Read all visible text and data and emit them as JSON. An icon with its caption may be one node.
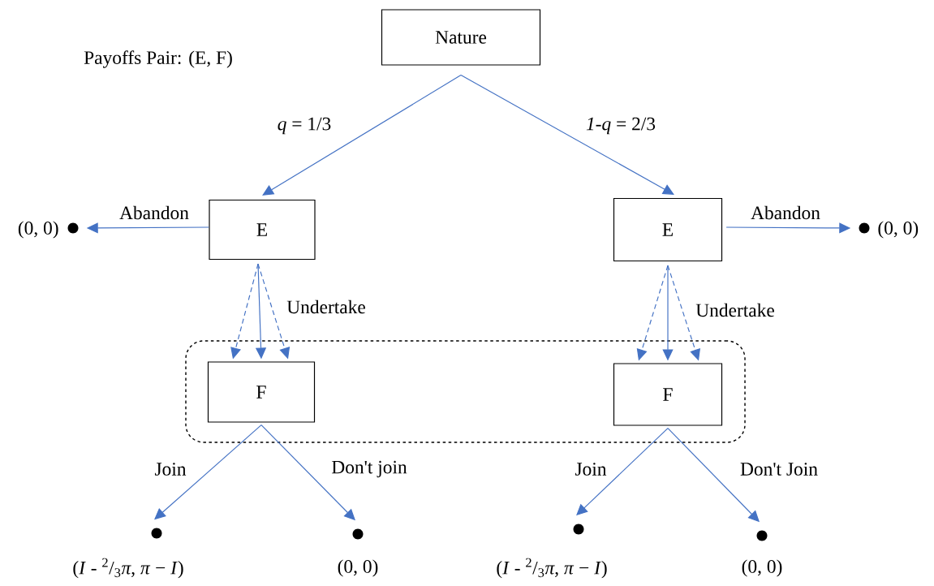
{
  "diagram": {
    "nodes": [
      {
        "text": [
          "Nature"
        ]
      },
      {
        "text": [
          "E"
        ]
      },
      {
        "text": [
          "E"
        ]
      },
      {
        "text": [],
        "shape": "box"
      },
      {
        "text": [
          "F"
        ],
        "in": 3
      },
      {
        "text": [
          "F"
        ],
        "in": 3
      },
      {
        "text": [],
        "shape": "circle",
        "beside": [
          "(0, 0)"
        ]
      },
      {
        "text": [],
        "shape": "circle",
        "beside": [
          "(0, 0)"
        ]
      },
      {
        "text": [],
        "shape": "circle",
        "beside": [
          "(*I* - $^{2}$/$_{3}$*π*, *π* − *I*)"
        ]
      },
      {
        "text": [],
        "shape": "circle",
        "beside": [
          "(0, 0)"
        ]
      },
      {
        "text": [],
        "shape": "circle",
        "beside": [
          "(*I* - $^{2}$/$_{3}$*π*, *π* − *I*)"
        ]
      },
      {
        "text": [],
        "shape": "circle",
        "beside": [
          "(0, 0)"
        ]
      }
    ],
    "edges": [
      {
        "from": 0,
        "to": 1,
        "arrow": "to",
        "label": "*q* = 1/3"
      },
      {
        "from": 0,
        "to": 2,
        "arrow": "to",
        "label": "*1-q* = 2/3"
      },
      {
        "from": 1,
        "to": 6,
        "arrow": "to",
        "label": "Abandon"
      },
      {
        "from": 2,
        "to": 7,
        "arrow": "to",
        "label": "Abandon"
      },
      {
        "from": 1,
        "to": 4,
        "arrow": "to",
        "style": "dashed"
      },
      {
        "from": 1,
        "to": 4,
        "arrow": "to"
      },
      {
        "from": 1,
        "to": 4,
        "arrow": "to",
        "style": "dashed",
        "label": "Undertake"
      },
      {
        "from": 2,
        "to": 5,
        "arrow": "to",
        "style": "dashed"
      },
      {
        "from": 2,
        "to": 5,
        "arrow": "to"
      },
      {
        "from": 2,
        "to": 5,
        "arrow": "to",
        "style": "dashed",
        "label": "Undertake"
      },
      {
        "from": 4,
        "to": 8,
        "arrow": "to",
        "label": "Join"
      },
      {
        "from": 4,
        "to": 9,
        "arrow": "to",
        "label": "Don't join"
      },
      {
        "from": 5,
        "to": 10,
        "arrow": "to",
        "label": "Join"
      },
      {
        "from": 5,
        "to": 11,
        "arrow": "to",
        "label": "Don't Join"
      }
    ],
    "labels": [
      "Payoffs Pair: (E, F)"
    ]
  }
}
